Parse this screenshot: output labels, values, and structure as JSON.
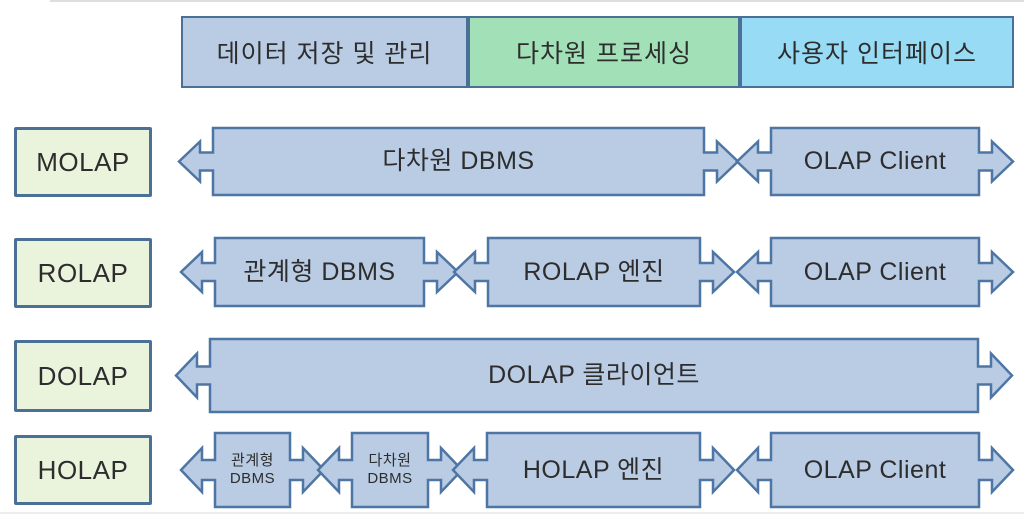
{
  "diagram": {
    "headers": [
      {
        "label": "데이터 저장 및 관리",
        "color": "#b9cce4"
      },
      {
        "label": "다차원 프로세싱",
        "color": "#a2e0b8"
      },
      {
        "label": "사용자 인터페이스",
        "color": "#97dbf4"
      }
    ],
    "rows": [
      {
        "label": "MOLAP",
        "boxes": [
          {
            "label": "다차원 DBMS"
          },
          {
            "label": "OLAP Client"
          }
        ]
      },
      {
        "label": "ROLAP",
        "boxes": [
          {
            "label": "관계형 DBMS"
          },
          {
            "label": "ROLAP 엔진"
          },
          {
            "label": "OLAP Client"
          }
        ]
      },
      {
        "label": "DOLAP",
        "boxes": [
          {
            "label": "DOLAP 클라이언트"
          }
        ]
      },
      {
        "label": "HOLAP",
        "boxes": [
          {
            "label": "관계형\nDBMS"
          },
          {
            "label": "다차원\nDBMS"
          },
          {
            "label": "HOLAP 엔진"
          },
          {
            "label": "OLAP Client"
          }
        ]
      }
    ],
    "colors": {
      "box_fill": "#b9cce4",
      "box_border": "#4e76a4",
      "label_fill": "#eaf4dd",
      "label_border": "#4a7096",
      "header_border": "#4a7096",
      "text": "#2d2d2d"
    }
  }
}
